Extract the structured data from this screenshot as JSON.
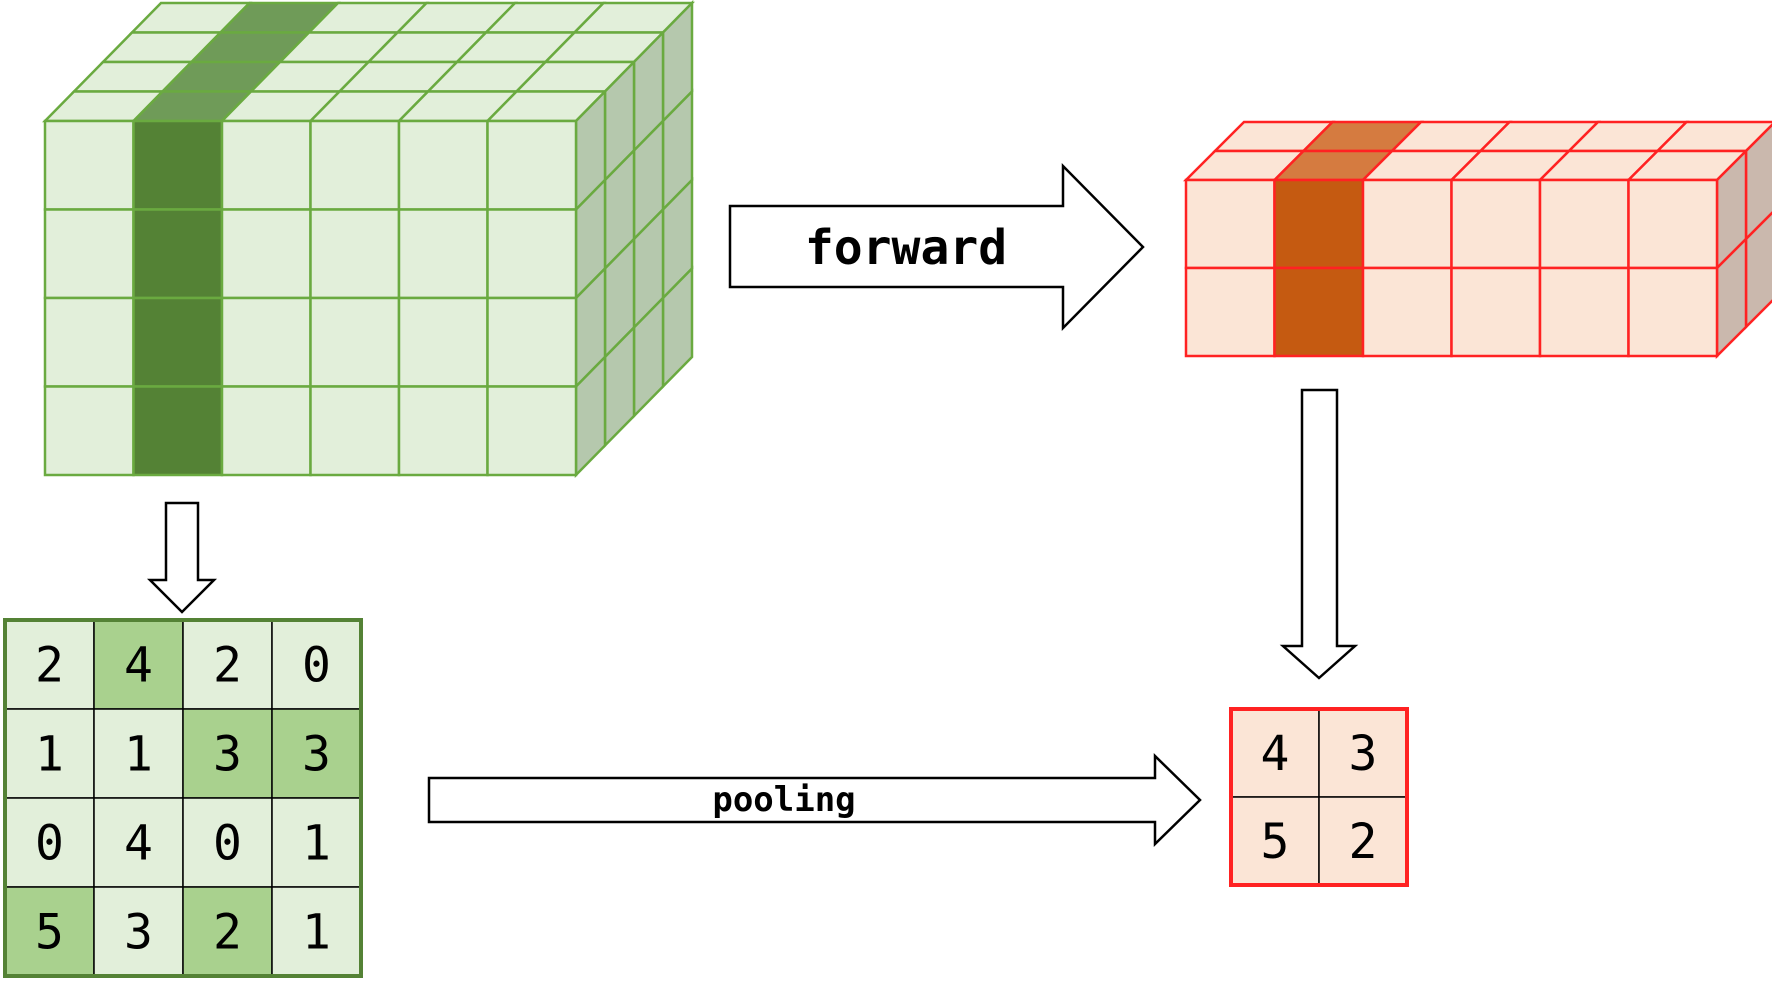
{
  "labels": {
    "forward": "forward",
    "pooling": "pooling"
  },
  "input_map": {
    "values": [
      [
        2,
        4,
        2,
        0
      ],
      [
        1,
        1,
        3,
        3
      ],
      [
        0,
        4,
        0,
        1
      ],
      [
        5,
        3,
        2,
        1
      ]
    ],
    "highlighted": [
      [
        0,
        1
      ],
      [
        1,
        2
      ],
      [
        1,
        3
      ],
      [
        3,
        0
      ],
      [
        3,
        2
      ]
    ]
  },
  "pooled_map": {
    "values": [
      [
        4,
        3
      ],
      [
        5,
        2
      ]
    ]
  },
  "input_volume": {
    "columns": 6,
    "rows": 4,
    "depth": 4,
    "highlight_column": 1
  },
  "output_volume": {
    "columns": 6,
    "rows": 2,
    "depth": 2,
    "highlight_column": 1
  },
  "colors": {
    "green_stroke": "#6aaa40",
    "green_face": "#e2efda",
    "green_side": "#b5c8ad",
    "green_highlight": "#548235",
    "green_highlight_top": "#6f9b58",
    "green_cell_highlight": "#a9d18e",
    "matrix_border": "#548235",
    "red_stroke": "#ff2222",
    "red_face": "#fbe5d6",
    "red_side": "#cab8ad",
    "red_highlight": "#c55a11",
    "red_highlight_top": "#d57b40"
  }
}
